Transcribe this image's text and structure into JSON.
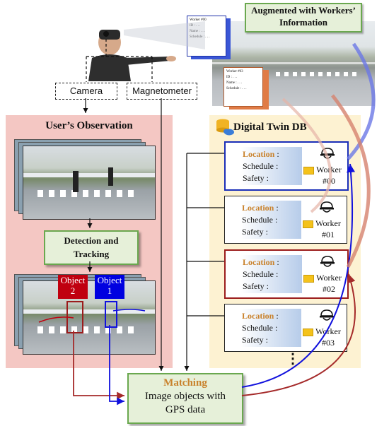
{
  "labels": {
    "camera": "Camera",
    "magnetometer": "Magnetometer",
    "users_observation": "User’s Observation",
    "detection_tracking": "Detection and Tracking",
    "matching_title": "Matching",
    "matching_desc": "Image objects with GPS data",
    "digital_twin_db": "Digital Twin DB",
    "augmented": "Augmented with Workers’ Information",
    "ellipsis": "⋮"
  },
  "objects": [
    {
      "label": "Object",
      "num": "2",
      "color": "#c0000f"
    },
    {
      "label": "Object",
      "num": "1",
      "color": "#0000e0"
    }
  ],
  "fields": {
    "location": "Location",
    "schedule": "Schedule",
    "safety": "Safety",
    "colon": ":"
  },
  "workers": [
    {
      "label": "Worker",
      "id": "#00"
    },
    {
      "label": "Worker",
      "id": "#01"
    },
    {
      "label": "Worker",
      "id": "#02"
    },
    {
      "label": "Worker",
      "id": "#03"
    }
  ],
  "ar_cards": [
    {
      "title": "Worker #00",
      "lines": [
        "ID : . . .",
        "Name : . . .",
        "Schedule : . . ."
      ]
    },
    {
      "title": "Worker #03",
      "lines": [
        "ID : . . .",
        "Name : . . .",
        "Schedule : . . ."
      ]
    }
  ],
  "colors": {
    "pink_panel": "#f4c7c3",
    "db_panel": "#fdf2d2",
    "green_fill": "#e6f0d9",
    "green_border": "#6aa84f",
    "blue": "#1111dd",
    "dark_red": "#a52a2a",
    "gold": "#c9822c"
  }
}
